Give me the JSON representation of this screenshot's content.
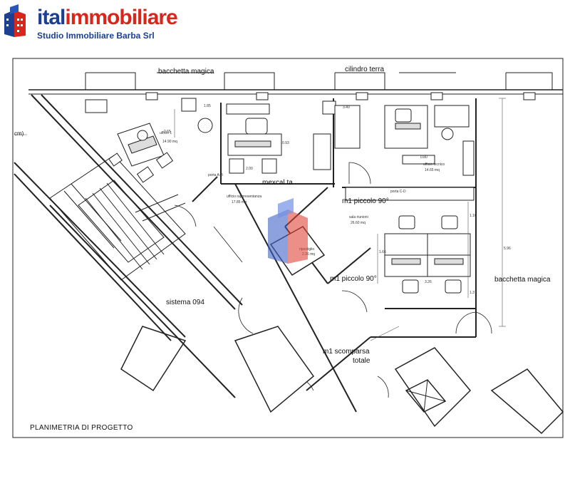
{
  "header": {
    "brand_part1": "ital",
    "brand_part2": "immobiliare",
    "brand_subtitle": "Studio Immobiliare Barba Srl",
    "logo_icon": "building-logo-icon",
    "colors": {
      "brand_blue": "#1d3f8f",
      "brand_red": "#d9261c"
    }
  },
  "plan": {
    "title": "PLANIMETRIA DI PROGETTO",
    "labels": {
      "bacchetta_top": "bacchetta magica",
      "cilindro": "cilindro terra",
      "mexcal": "mexcal ta",
      "m1_piccolo_a": "m1 piccolo 90°",
      "m1_piccolo_b": "m1 piccolo 90°",
      "bacchetta_right": "bacchetta magica",
      "sistema": "sistema 094",
      "m1_scomparsa_1": "m1 scomparsa",
      "m1_scomparsa_2": "totale",
      "cm": "cm)"
    },
    "rooms": {
      "ufficio_sx": "ufficio 1",
      "ufficio_sx_area": "14.90 mq",
      "ufficio_tecnico": "ufficio tecnico",
      "ufficio_tecnico_area": "14.65 mq",
      "ufficio_rapp": "ufficio rappresentanza",
      "ufficio_rapp_area": "17.85 mq",
      "sala": "sala riunioni",
      "sala_area": "26.60 mq",
      "ripostiglio": "ripostiglio",
      "ripostiglio_area": "2.36 mq",
      "porta_cd": "porta C-D",
      "porta_ab": "porta A-B"
    },
    "dims": [
      "1.85",
      "0.65",
      "2.00",
      "0.93",
      "3.40",
      "0.80",
      "1.16",
      "1.66",
      "3.26",
      "1.37",
      "5.96"
    ]
  }
}
